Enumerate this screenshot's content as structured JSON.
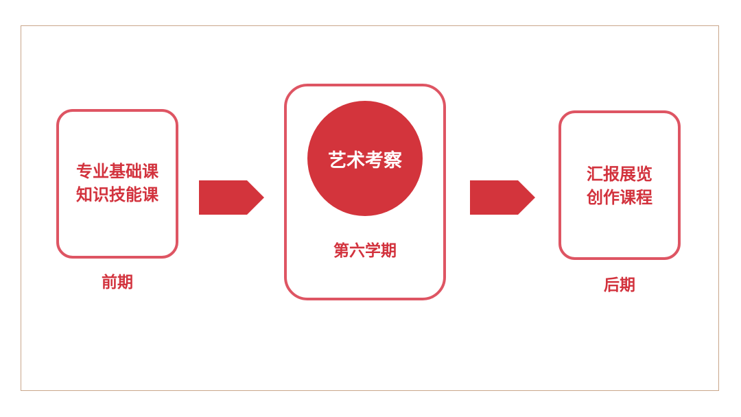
{
  "stages": {
    "early": {
      "lines": [
        "专业基础课",
        "知识技能课"
      ],
      "label": "前期"
    },
    "middle": {
      "circle_text": "艺术考察",
      "label": "第六学期"
    },
    "late": {
      "lines": [
        "汇报展览",
        "创作课程"
      ],
      "label": "后期"
    }
  },
  "colors": {
    "accent": "#d3343c",
    "box_border": "#de5563",
    "frame_border": "#c9a68a"
  },
  "icons": [
    "arrow-right-icon",
    "arrow-right-icon"
  ]
}
